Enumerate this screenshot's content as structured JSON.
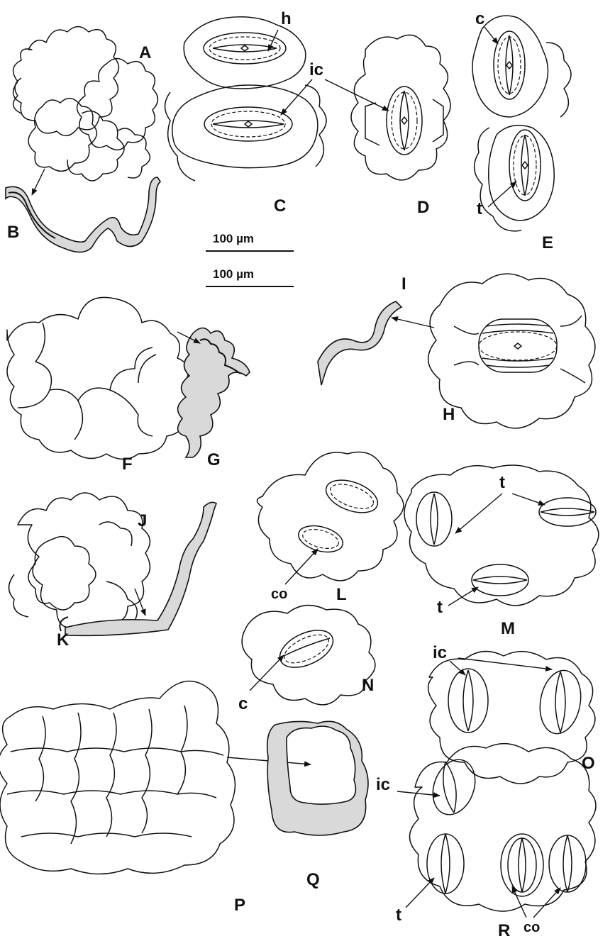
{
  "panels": {
    "A": "A",
    "B": "B",
    "C": "C",
    "D": "D",
    "E": "E",
    "F": "F",
    "G": "G",
    "H": "H",
    "I": "I",
    "J": "J",
    "K": "K",
    "L": "L",
    "M": "M",
    "N": "N",
    "O": "O",
    "P": "P",
    "Q": "Q",
    "R": "R"
  },
  "annotations": {
    "h": "h",
    "ic": "ic",
    "c": "c",
    "t": "t",
    "co": "co"
  },
  "scale_bars": {
    "top": "100 µm",
    "bottom": "100 µm"
  }
}
